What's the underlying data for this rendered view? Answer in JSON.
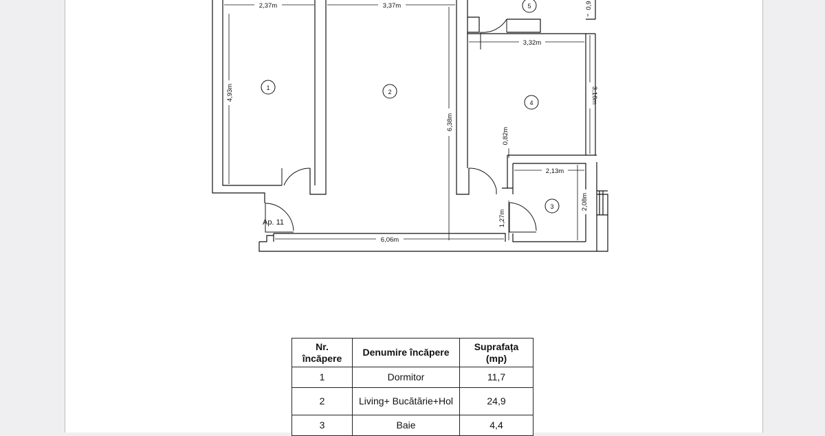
{
  "plan": {
    "dimensions": {
      "w1": "2,37m",
      "w2": "3,37m",
      "w3": "3,32m",
      "h1": "4,93m",
      "h2": "6,38m",
      "h3": "3,16m",
      "h4": "0,82m",
      "w4": "2,13m",
      "h5": "2,08m",
      "h6": "1,27m",
      "w5": "6,06m",
      "h7": "0,9"
    },
    "room_numbers": [
      "1",
      "2",
      "3",
      "4",
      "5"
    ],
    "apartment_label": "Ap. 11"
  },
  "table": {
    "headers": {
      "nr": "Nr. încăpere",
      "name": "Denumire încăpere",
      "area": "Suprafața (mp)"
    },
    "rows": [
      {
        "nr": "1",
        "name": "Dormitor",
        "area": "11,7"
      },
      {
        "nr": "2",
        "name": "Living+ Bucătărie+Hol",
        "area": "24,9"
      },
      {
        "nr": "3",
        "name": "Baie",
        "area": "4,4"
      }
    ]
  }
}
